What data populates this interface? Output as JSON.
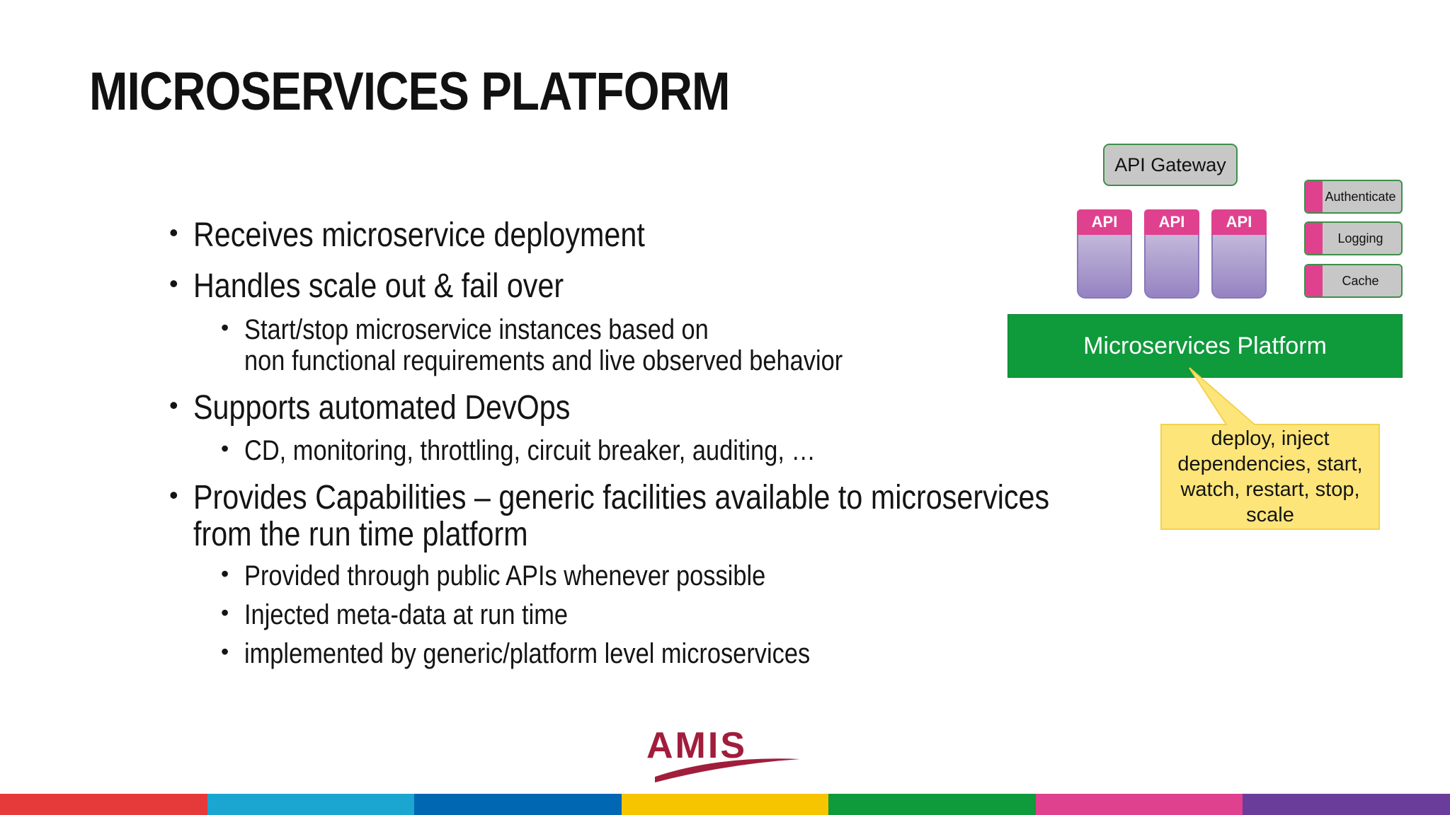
{
  "slide": {
    "title": "MICROSERVICES PLATFORM",
    "bullets": {
      "b1": "Receives microservice deployment",
      "b2": "Handles scale out & fail over",
      "b2_sub1_line1": "Start/stop microservice instances based on",
      "b2_sub1_line2": "non functional requirements and live observed behavior",
      "b3": "Supports automated DevOps",
      "b3_sub1": "CD, monitoring, throttling, circuit breaker, auditing, …",
      "b4_line1": "Provides Capabilities – generic facilities available to microservices",
      "b4_line2": "from the run time platform",
      "b4_sub1": "Provided through public APIs whenever possible",
      "b4_sub2": "Injected meta-data at run time",
      "b4_sub3": "implemented by generic/platform level microservices"
    },
    "bullet_glyph": "•"
  },
  "diagram": {
    "gateway": "API Gateway",
    "apis": [
      "API",
      "API",
      "API"
    ],
    "capabilities": [
      "Authenticate",
      "Logging",
      "Cache"
    ],
    "platform": "Microservices Platform",
    "callout_lines": [
      "deploy, inject",
      "dependencies, start,",
      "watch, restart, stop,",
      "scale"
    ]
  },
  "logo": {
    "text": "AMIS"
  },
  "colors": {
    "platform_green": "#0f9a3c",
    "api_pink": "#e0418f",
    "api_purple": "#9583c2",
    "callout_yellow": "#fde57a",
    "logo_red": "#a11d3c",
    "strip": [
      "#e63a3a",
      "#1aa6d0",
      "#0067b3",
      "#f7c500",
      "#0f9a3c",
      "#e0418f",
      "#6a3d9a"
    ]
  }
}
